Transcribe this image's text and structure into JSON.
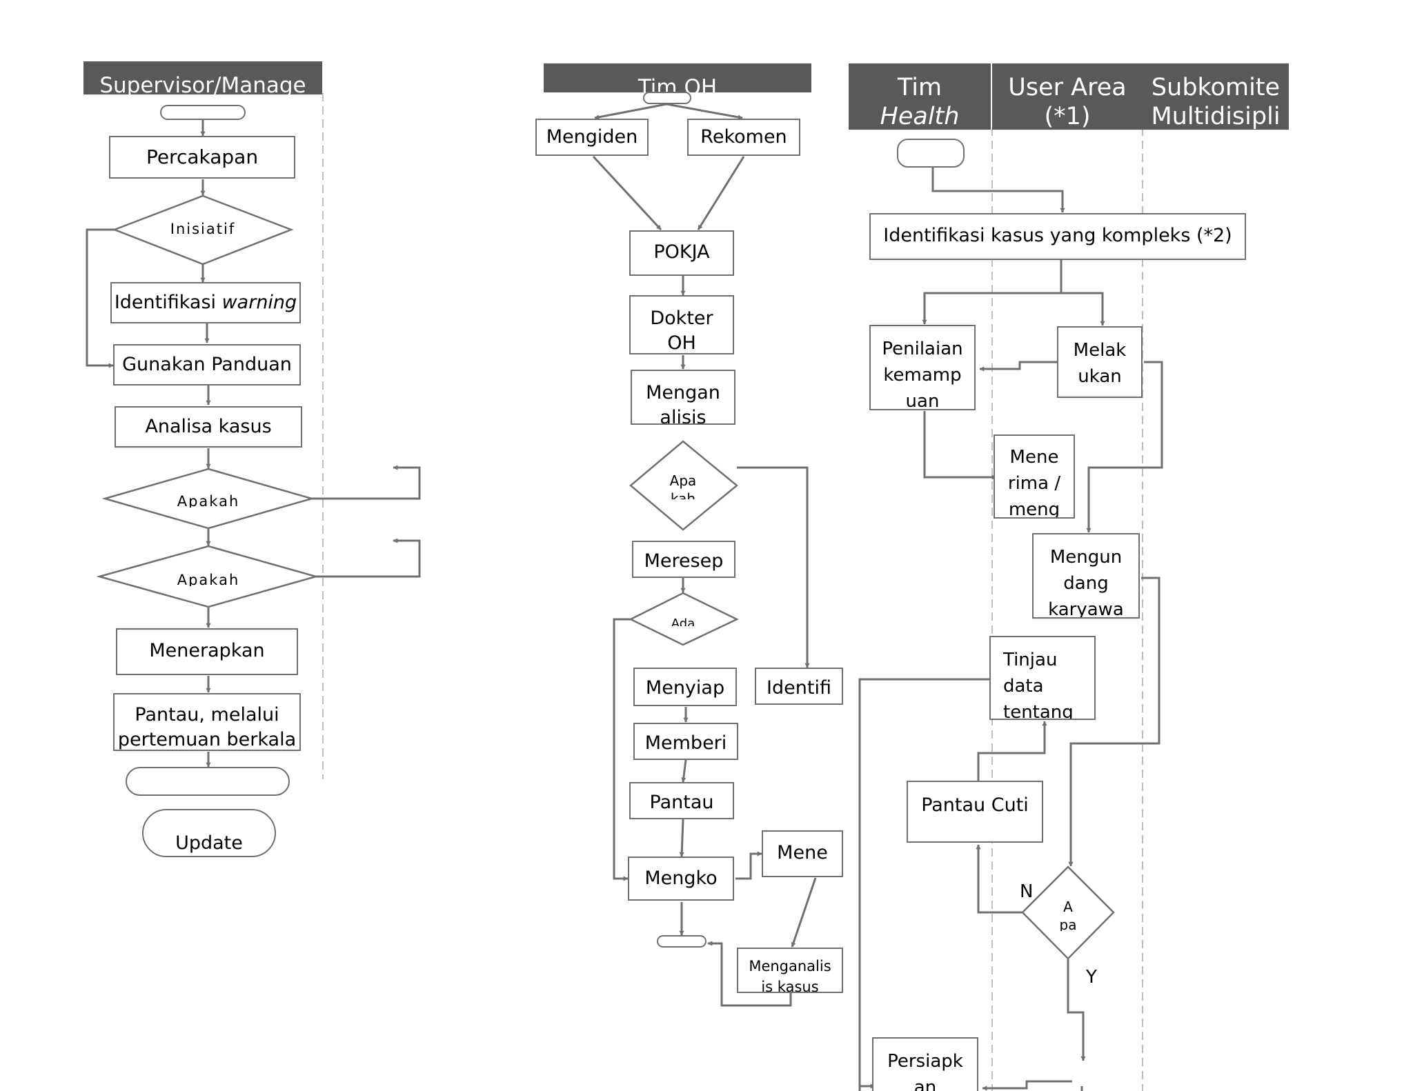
{
  "lanes": {
    "supervisor": "Supervisor/Manage",
    "tim_oh": "Tim OH",
    "tim_health": [
      "Tim",
      "Health"
    ],
    "user_area": [
      "User Area",
      "(*1)"
    ],
    "subkomite": [
      "Subkomite",
      "Multidisipli"
    ]
  },
  "supervisor_flow": {
    "percakapan": "Percakapan",
    "inisiatif": "Inisiatif",
    "identifikasi_prefix": "Identifikasi ",
    "identifikasi_em": "warning",
    "gunakan_panduan": "Gunakan Panduan",
    "analisa_kasus": "Analisa kasus",
    "apakah_1": "Apakah",
    "apakah_2": "Apakah",
    "menerapkan": "Menerapkan",
    "pantau_l1": "Pantau, melalui",
    "pantau_l2": "pertemuan berkala",
    "update": "Update"
  },
  "oh_flow": {
    "mengiden": "Mengiden",
    "rekomen": "Rekomen",
    "pokja": "POKJA",
    "dokter": [
      "Dokter",
      "OH"
    ],
    "mengan": [
      "Mengan",
      "alisis"
    ],
    "apakah": [
      "Apa",
      "kah"
    ],
    "meresep": "Meresep",
    "ada": "Ada",
    "menyiap": "Menyiap",
    "identifi": "Identifi",
    "memberi": "Memberi",
    "pantau": "Pantau",
    "mengko": "Mengko",
    "mene": "Mene",
    "menganalis": [
      "Menganalis",
      "is kasus"
    ]
  },
  "health_flow": {
    "identifikasi_kompleks": "Identifikasi kasus yang kompleks (*2)",
    "penilaian": [
      "Penilaian",
      "kemamp",
      "uan"
    ],
    "melakukan": [
      "Melak",
      "ukan"
    ],
    "menerima": [
      "Mene",
      "rima /",
      "meng"
    ],
    "mengundang": [
      "Mengun",
      "dang",
      "karyawa"
    ],
    "tinjau": [
      "Tinjau",
      "data",
      "tentang"
    ],
    "pantau_cuti": "Pantau Cuti",
    "apakah": [
      "A",
      "pa"
    ],
    "label_n": "N",
    "label_y": "Y",
    "persiapkan": [
      "Persiapk",
      "an"
    ]
  },
  "colors": {
    "header_bg": "#595959",
    "header_text": "#ffffff",
    "line": "#6f6f6f",
    "lane_divider": "#bfbfbf"
  }
}
